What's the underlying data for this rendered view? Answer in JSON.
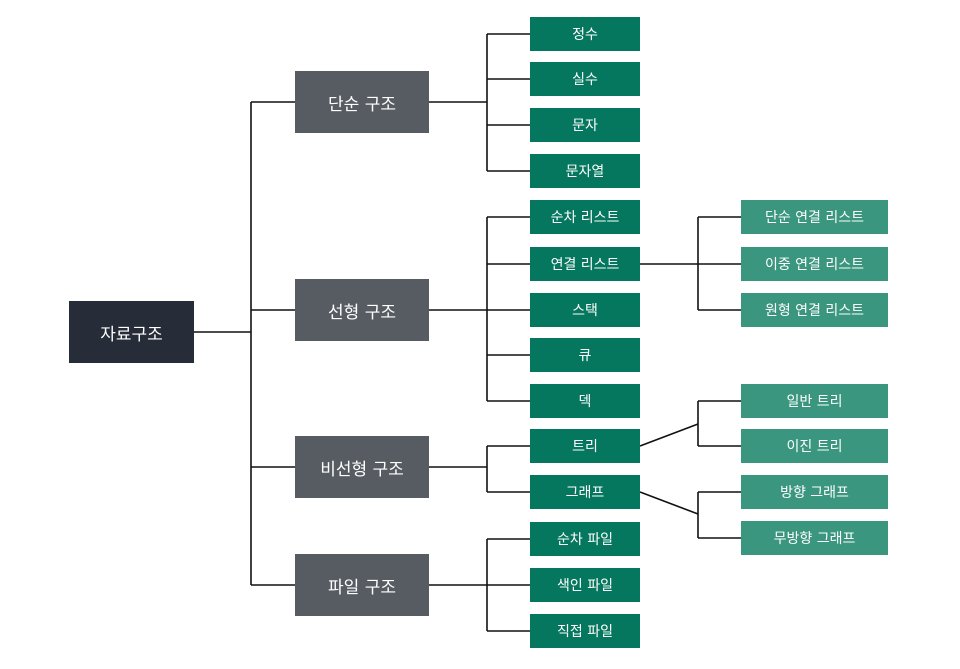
{
  "colors": {
    "root": "#262c38",
    "category": "#575c63",
    "leaf": "#05775e",
    "sub_leaf": "#3b967f",
    "line": "#111111",
    "text": "#ffffff"
  },
  "root": {
    "label": "자료구조"
  },
  "categories": [
    {
      "label": "단순 구조",
      "children": [
        {
          "label": "정수"
        },
        {
          "label": "실수"
        },
        {
          "label": "문자"
        },
        {
          "label": "문자열"
        }
      ]
    },
    {
      "label": "선형 구조",
      "children": [
        {
          "label": "순차 리스트"
        },
        {
          "label": "연결 리스트",
          "children": [
            "단순 연결 리스트",
            "이중 연결 리스트",
            "원형 연결 리스트"
          ]
        },
        {
          "label": "스택"
        },
        {
          "label": "큐"
        },
        {
          "label": "덱"
        }
      ]
    },
    {
      "label": "비선형 구조",
      "children": [
        {
          "label": "트리",
          "children": [
            "일반 트리",
            "이진 트리"
          ]
        },
        {
          "label": "그래프",
          "children": [
            "방향 그래프",
            "무방향 그래프"
          ]
        }
      ]
    },
    {
      "label": "파일 구조",
      "children": [
        {
          "label": "순차 파일"
        },
        {
          "label": "색인 파일"
        },
        {
          "label": "직접 파일"
        }
      ]
    }
  ]
}
